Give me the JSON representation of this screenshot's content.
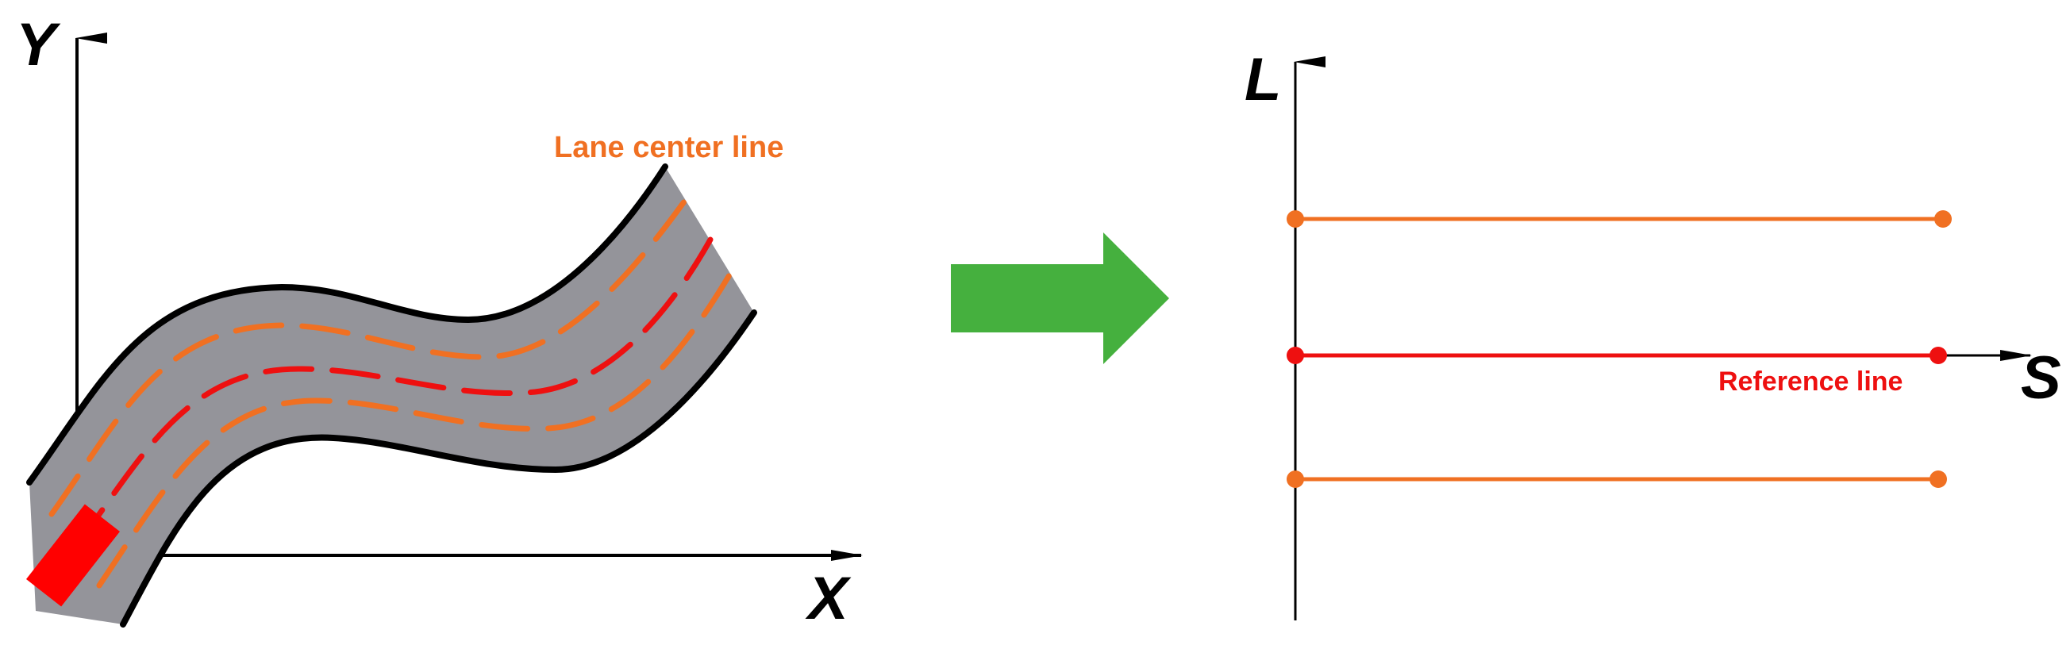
{
  "left_diagram": {
    "y_axis_label": "Y",
    "x_axis_label": "X",
    "lane_center_label": "Lane center line"
  },
  "right_diagram": {
    "l_axis_label": "L",
    "s_axis_label": "S",
    "reference_label": "Reference line"
  },
  "colors": {
    "road": "#94949a",
    "road_edge": "#000000",
    "lane_line": "#f07022",
    "reference_line": "#ee1010",
    "vehicle": "#ff0000",
    "arrow": "#45b03e"
  }
}
